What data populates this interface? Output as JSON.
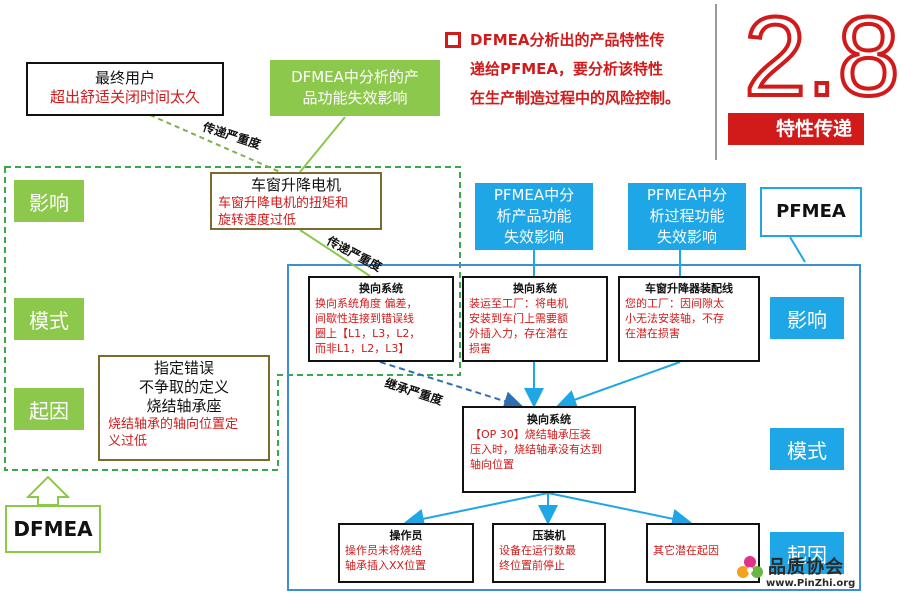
{
  "header": {
    "bullet_text_line1": "DFMEA分析出的产品特性传",
    "bullet_text_line2": "递给PFMEA，要分析该特性",
    "bullet_text_line3": "在生产制造过程中的风险控制。",
    "section_number": "2.8",
    "section_title": "特性传递"
  },
  "end_user": {
    "title": "最终用户",
    "desc": "超出舒适关闭时间太久"
  },
  "dfmea_product_effect": {
    "line1": "DFMEA中分析的产",
    "line2": "品功能失效影响"
  },
  "motor": {
    "title": "车窗升降电机",
    "line1": "车窗升降电机的扭矩和",
    "line2": "旋转速度过低"
  },
  "cause_box": {
    "line1": "指定错误",
    "line2": "不争取的定义",
    "line3": "烧结轴承座",
    "desc1": "烧结轴承的轴向位置定",
    "desc2": "义过低"
  },
  "left_labels": {
    "effect": "影响",
    "mode": "模式",
    "cause": "起因"
  },
  "dfmea_label": "DFMEA",
  "pfmea_label": "PFMEA",
  "arrows": {
    "pass1": "传递严重度",
    "pass2": "传递严重度",
    "inherit": "继承严重度"
  },
  "pf_product_effect": {
    "line1": "PFMEA中分",
    "line2": "析产品功能",
    "line3": "失效影响"
  },
  "pf_process_effect": {
    "line1": "PFMEA中分",
    "line2": "析过程功能",
    "line3": "失效影响"
  },
  "fe1": {
    "title": "换向系统",
    "l1": "换向系统角度 偏差，",
    "l2": "间歇性连接到错误线",
    "l3": "圈上【L1，L3，L2，",
    "l4": "而非L1，L2，L3】"
  },
  "fe2": {
    "title": "换向系统",
    "l1": "装运至工厂：将电机",
    "l2": "安装到车门上需要额",
    "l3": "外插入力，存在潜在",
    "l4": "损害"
  },
  "fe3": {
    "title": "车窗升降器装配线",
    "l1": "您的工厂：因间隙太",
    "l2": "小无法安装轴，不存",
    "l3": "在潜在损害"
  },
  "fm": {
    "title": "换向系统",
    "l1": "【OP 30】烧结轴承压装",
    "l2": "压入时，烧结轴承没有达到",
    "l3": "轴向位置"
  },
  "fc1": {
    "title": "操作员",
    "l1": "操作员未将烧结",
    "l2": "轴承插入XX位置"
  },
  "fc2": {
    "title": "压装机",
    "l1": "设备在运行数最",
    "l2": "终位置前停止"
  },
  "fc3": {
    "l1": "其它潜在起因"
  },
  "right_labels": {
    "effect": "影响",
    "mode": "模式",
    "cause": "起因"
  },
  "watermark": {
    "cn": "品质协会",
    "url": "www.PinZhi.org"
  },
  "colors": {
    "red": "#d11a1a",
    "green": "#8cc84b",
    "blue": "#1ea6e6",
    "frame_blue": "#3b8fd4"
  }
}
